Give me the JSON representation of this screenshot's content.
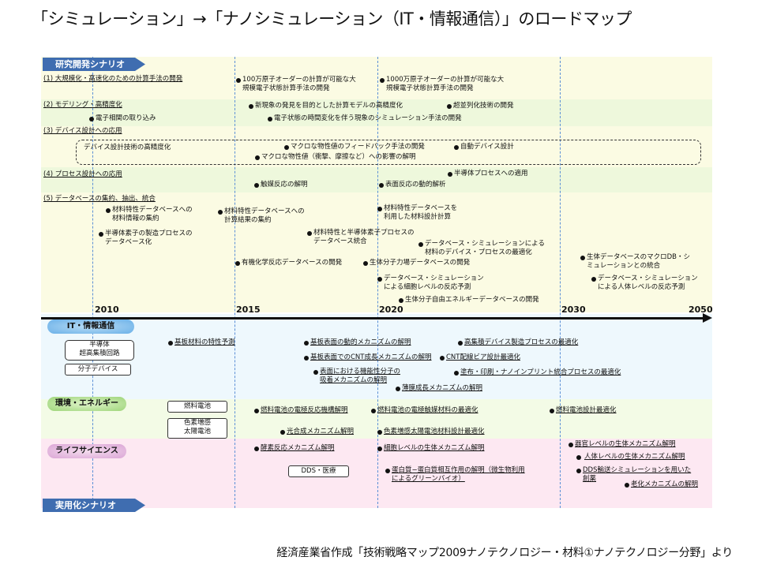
{
  "title": "「シミュレーション」→「ナノシミュレーション（IT・情報通信）」のロードマップ",
  "source": "経済産業省作成「技術戦略マップ2009ナノテクノロジー・材料①ナノテクノロジー分野」より",
  "scenarios": {
    "research": "研究開発シナリオ",
    "practical": "実用化シナリオ"
  },
  "years": [
    "2010",
    "2015",
    "2020",
    "2030",
    "2050"
  ],
  "colors": {
    "tab": "#3f6db0",
    "research_band": "#fbfbe3",
    "it_band": "#eef8fd",
    "env_band": "#f3fbe6",
    "life_band": "#fde8f2",
    "year_lines": "#5b8fd6"
  },
  "research": {
    "c1": "(1) 大規模化・高速化のための計算手法の開発",
    "c1_a": "100万原子オーダーの計算が可能な大\n規模電子状態計算手法の開発",
    "c1_b": "1000万原子オーダーの計算が可能な大\n規模電子状態計算手法の開発",
    "c2": "(2) モデリング・高精度化",
    "c2_a": "新現象の発見を目的とした計算モデルの高精度化",
    "c2_b": "超並列化技術の開発",
    "c2_c": "電子相関の取り込み",
    "c2_d": "電子状態の時間変化を伴う現象のシミュレーション手法の開発",
    "c3": "(3) デバイス設計への応用",
    "c3_box": "デバイス設計技術の高精度化",
    "c3_a": "マクロな物性値のフィードバック手法の開発",
    "c3_b": "自動デバイス設計",
    "c3_c": "マクロな物性値（衝撃、摩擦など）への影響の解明",
    "c4": "(4) プロセス設計への応用",
    "c4_a": "半導体プロセスへの適用",
    "c4_b": "触媒反応の解明",
    "c4_c": "表面反応の動的解析",
    "c5": "(5) データベースの集約、抽出、統合",
    "c5_a": "材料特性データベースへの\n材料情報の集約",
    "c5_b": "材料特性データベースへの\n計算結果の集約",
    "c5_c": "材料特性データベースを\n利用した材料設計計算",
    "c5_d": "半導体素子の製造プロセスの\nデータベース化",
    "c5_e": "材料特性と半導体素子プロセスの\nデータベース統合",
    "c5_f": "データベース・シミュレーションによる\n材料のデバイス・プロセスの最適化",
    "c5_g": "有機化学反応データベースの開発",
    "c5_h": "生体分子力場データベースの開発",
    "c5_i": "生体データベースのマクロDB・シ\nミュレーションとの統合",
    "c5_j": "データベース・シミュレーション\nによる細胞レベルの反応予測",
    "c5_k": "データベース・シミュレーション\nによる人体レベルの反応予測",
    "c5_l": "生体分子自由エネルギーデータベースの開発"
  },
  "it": {
    "label": "IT・情報通信",
    "box1": "半導体\n超高集積回路",
    "box2": "分子デバイス",
    "a": "基板材料の特性予測",
    "b": "基板表面の動的メカニズムの解明",
    "c": "高集積デバイス製造プロセスの最適化",
    "d": "基板表面でのCNT成長メカニズムの解明",
    "e": "CNT配線ビア設計最適化",
    "f": "表面における機能性分子の\n吸着メカニズムの解明",
    "g": "塗布・印刷・ナノインプリント統合プロセスの最適化",
    "h": "薄膜成長メカニズムの解明"
  },
  "env": {
    "label": "環境・エネルギー",
    "box1": "燃料電池",
    "box2": "色素増感\n太陽電池",
    "a": "燃料電池の電極反応機構解明",
    "b": "燃料電池の電極触媒材料の最適化",
    "c": "燃料電池設計最適化",
    "d": "光合成メカニズム解明",
    "e": "色素増感太陽電池材料設計最適化"
  },
  "life": {
    "label": "ライフサイエンス",
    "box1": "DDS・医療",
    "a": "酵素反応メカニズム解明",
    "b": "細胞レベルの生体メカニズム解明",
    "c": "器官レベルの生体メカニズム解明",
    "d": "人体レベルの生体メカニズム解明",
    "e": "蛋白質−蛋白質相互作用の解明（微生物利用\nによるグリーンバイオ）",
    "f": "DDS輸送シミュレーションを用いた\n創薬",
    "g": "老化メカニズムの解明"
  }
}
